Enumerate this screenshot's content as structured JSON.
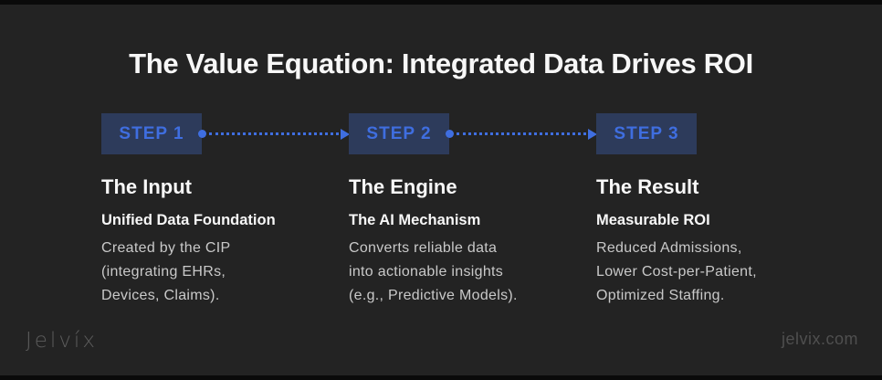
{
  "slide": {
    "title": "The Value Equation: Integrated Data Drives ROI",
    "steps": [
      {
        "badge": "STEP 1",
        "heading": "The Input",
        "subheading": "Unified Data Foundation",
        "body": "Created by the CIP\n(integrating EHRs,\nDevices, Claims)."
      },
      {
        "badge": "STEP 2",
        "heading": "The Engine",
        "subheading": "The AI Mechanism",
        "body": "Converts reliable data\ninto actionable insights\n(e.g., Predictive Models)."
      },
      {
        "badge": "STEP 3",
        "heading": "The Result",
        "subheading": "Measurable ROI",
        "body": "Reduced Admissions,\nLower Cost-per-Patient,\nOptimized Staffing."
      }
    ],
    "footer": {
      "logo": "Jelvíx",
      "website": "jelvix.com"
    },
    "colors": {
      "background": "#232323",
      "letterbox": "#0a0a0a",
      "badge_bg": "#2d3b5b",
      "accent_blue": "#3f6ee0",
      "heading": "#f7f7f7",
      "body_text": "#c9c9c9",
      "logo": "#5c5c5c",
      "url": "#4f4f4f"
    }
  }
}
